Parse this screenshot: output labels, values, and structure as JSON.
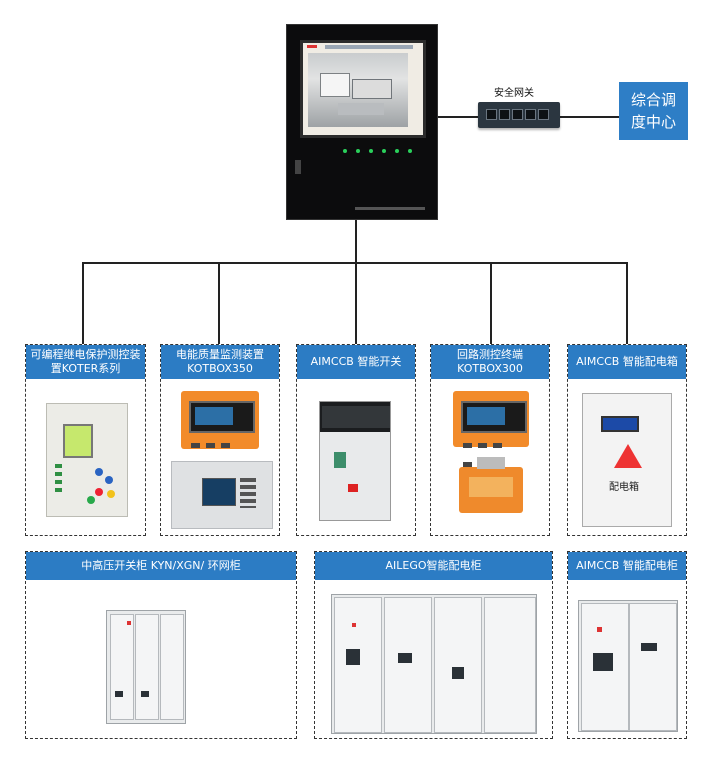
{
  "switch_label": "安全网关",
  "center": {
    "label": "综合调度中心"
  },
  "top_cards": [
    {
      "title": "可编程继电保护测控装置KOTER系列"
    },
    {
      "title": "电能质量监测装置KOTBOX350"
    },
    {
      "title": "AIMCCB 智能开关"
    },
    {
      "title": "回路测控终端KOTBOX300"
    },
    {
      "title": "AIMCCB 智能配电箱"
    }
  ],
  "bottom_cards": [
    {
      "title": "中高压开关柜 KYN/XGN/ 环网柜"
    },
    {
      "title": "AILEGO智能配电柜"
    },
    {
      "title": "AIMCCB 智能配电柜"
    }
  ],
  "box_text": "配电箱",
  "colors": {
    "accent": "#2c7cc4",
    "center": "#2e7ec6",
    "server": "#0c0c0d"
  }
}
